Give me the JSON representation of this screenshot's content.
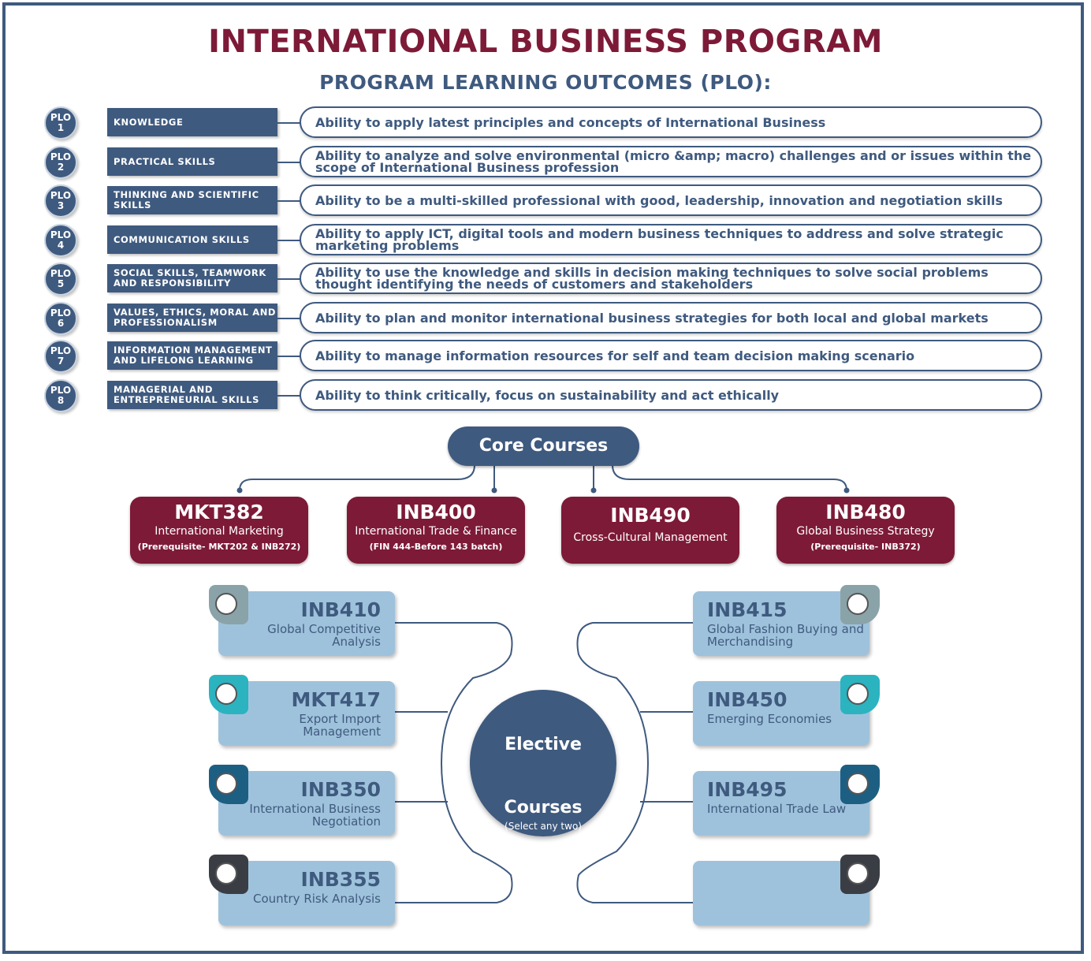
{
  "title": "INTERNATIONAL BUSINESS PROGRAM",
  "subtitle": "PROGRAM LEARNING OUTCOMES (PLO):",
  "plos": [
    {
      "tag": "PLO",
      "num": "1",
      "label": "KNOWLEDGE",
      "text": "Ability to apply latest principles and concepts of International Business"
    },
    {
      "tag": "PLO",
      "num": "2",
      "label": "PRACTICAL SKILLS",
      "text": "Ability to analyze and solve environmental (micro &amp; macro) challenges and or issues within the scope of International Business profession"
    },
    {
      "tag": "PLO",
      "num": "3",
      "label": "THINKING AND SCIENTIFIC SKILLS",
      "text": "Ability to be a multi-skilled professional with good, leadership, innovation and negotiation skills"
    },
    {
      "tag": "PLO",
      "num": "4",
      "label": "COMMUNICATION SKILLS",
      "text": "Ability to apply ICT, digital tools and modern business techniques to address and solve strategic marketing problems"
    },
    {
      "tag": "PLO",
      "num": "5",
      "label": "SOCIAL SKILLS, TEAMWORK AND RESPONSIBILITY",
      "text": "Ability to use the knowledge and skills in decision making techniques to solve social problems thought identifying the needs of customers and stakeholders"
    },
    {
      "tag": "PLO",
      "num": "6",
      "label": "VALUES, ETHICS, MORAL AND PROFESSIONALISM",
      "text": "Ability to plan and monitor international business strategies for both local and global markets"
    },
    {
      "tag": "PLO",
      "num": "7",
      "label": "INFORMATION MANAGEMENT AND LIFELONG LEARNING",
      "text": "Ability to manage information resources for self and team decision making scenario"
    },
    {
      "tag": "PLO",
      "num": "8",
      "label": "MANAGERIAL AND ENTREPRENEURIAL SKILLS",
      "text": "Ability to think critically, focus on sustainability and act ethically"
    }
  ],
  "core": {
    "title": "Core Courses",
    "courses": [
      {
        "code": "MKT382",
        "name": "International Marketing",
        "pre": "(Prerequisite- MKT202 & INB272)"
      },
      {
        "code": "INB400",
        "name": "International Trade & Finance",
        "pre": "(FIN 444-Before 143 batch)"
      },
      {
        "code": "INB490",
        "name": "Cross-Cultural Management",
        "pre": ""
      },
      {
        "code": "INB480",
        "name": "Global Business Strategy",
        "pre": "(Prerequisite- INB372)"
      }
    ]
  },
  "elective": {
    "title_line1": "Elective",
    "title_line2": "Courses",
    "note": "(Select any two)",
    "left": [
      {
        "code": "INB410",
        "name": "Global Competitive Analysis",
        "tab_color": "#8aa3a8"
      },
      {
        "code": "MKT417",
        "name": "Export Import Management",
        "tab_color": "#2bb3c0"
      },
      {
        "code": "INB350",
        "name": "International Business Negotiation",
        "tab_color": "#1d5f83"
      },
      {
        "code": "INB355",
        "name": "Country Risk Analysis",
        "tab_color": "#3a3e44"
      }
    ],
    "right": [
      {
        "code": "INB415",
        "name": "Global Fashion Buying and Merchandising",
        "tab_color": "#8aa3a8"
      },
      {
        "code": "INB450",
        "name": "Emerging Economies",
        "tab_color": "#2bb3c0"
      },
      {
        "code": "INB495",
        "name": "International Trade Law",
        "tab_color": "#1d5f83"
      },
      {
        "code": "",
        "name": "",
        "tab_color": "#3a3e44"
      }
    ]
  },
  "colors": {
    "navy": "#3f5a7f",
    "maroon": "#7d1a37",
    "light_blue": "#9fc2dc"
  }
}
